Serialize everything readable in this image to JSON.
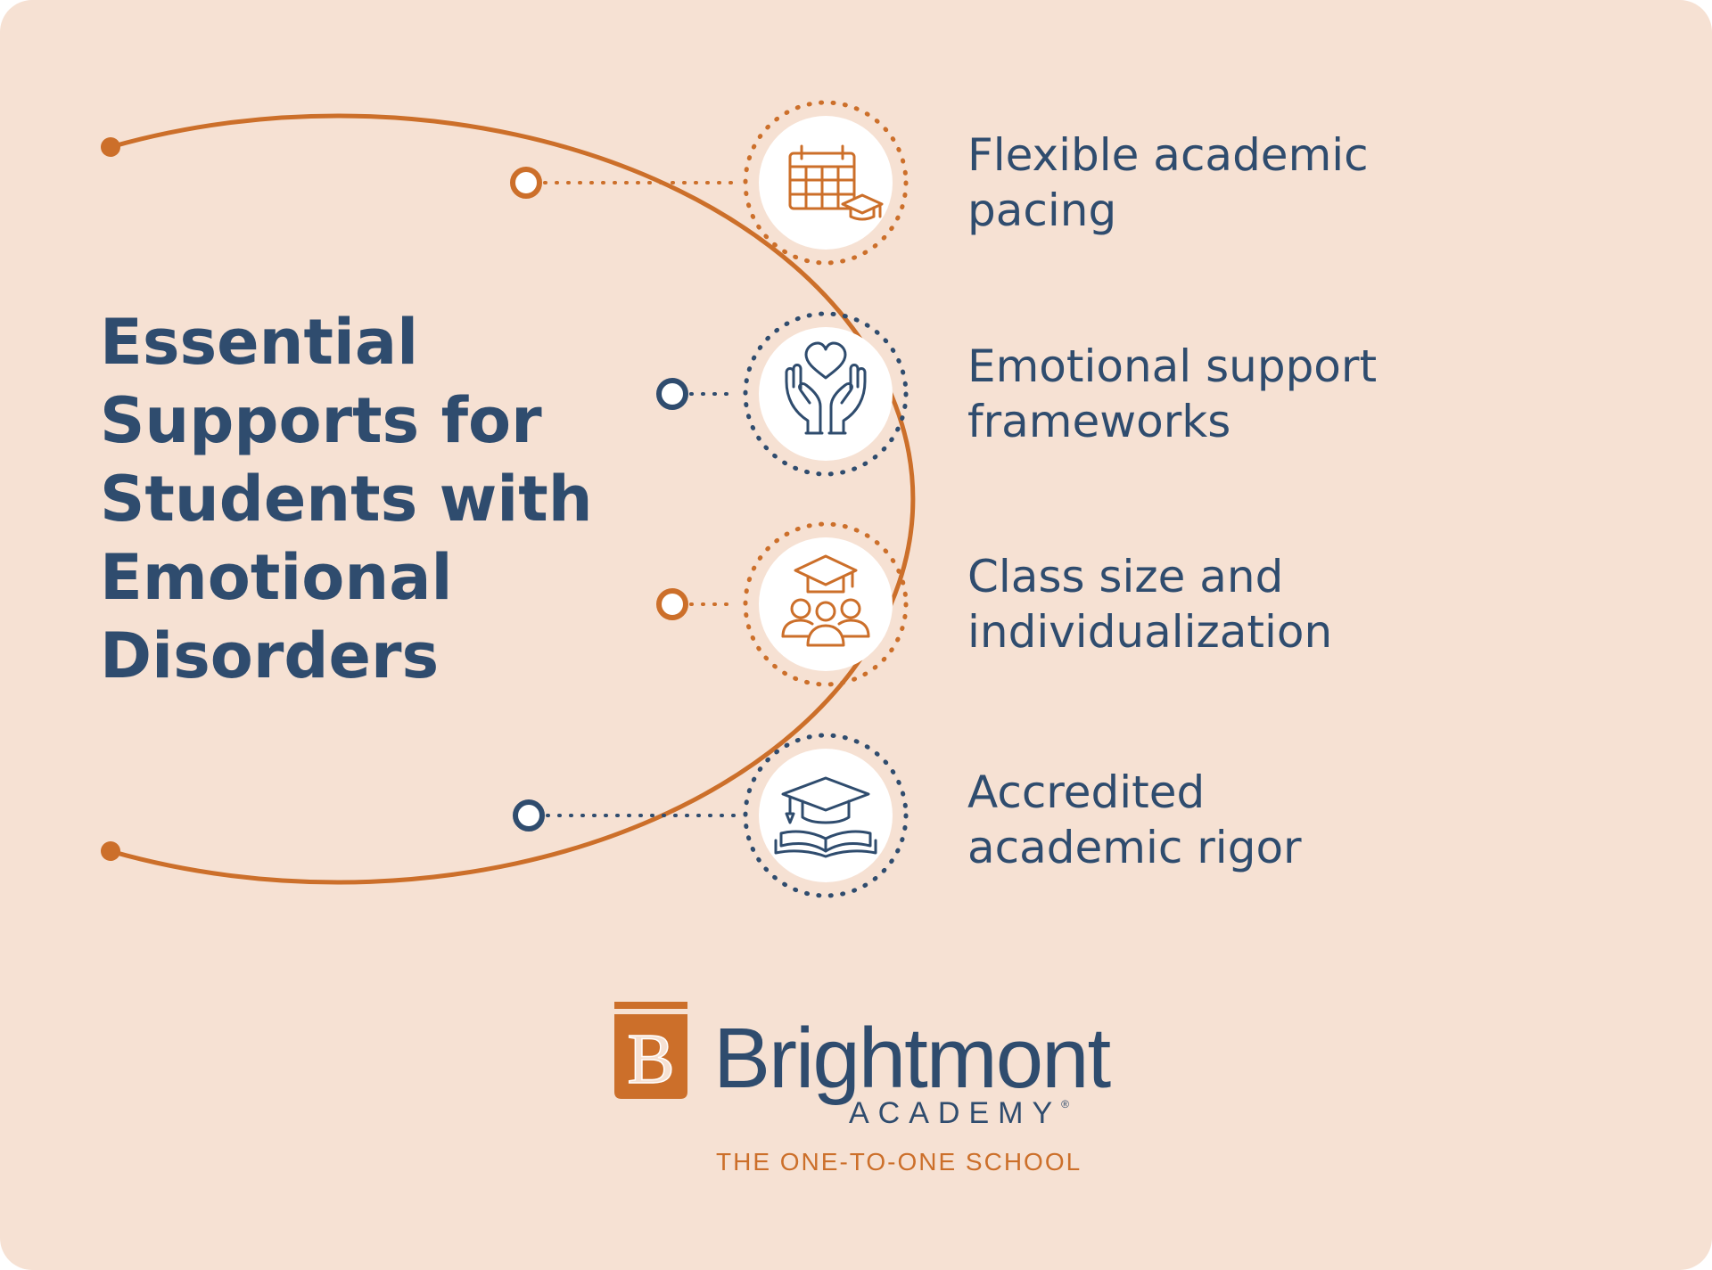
{
  "title_lines": [
    "Essential",
    "Supports for",
    "Students with",
    "Emotional",
    "Disorders"
  ],
  "items": [
    {
      "lines": [
        "Flexible academic",
        "pacing"
      ],
      "icon": "calendar-graduation-cap-icon",
      "color": "#cc6f2a"
    },
    {
      "lines": [
        "Emotional support",
        "frameworks"
      ],
      "icon": "hands-heart-icon",
      "color": "#2f4c6e"
    },
    {
      "lines": [
        "Class size and",
        "individualization"
      ],
      "icon": "students-graduation-cap-icon",
      "color": "#cc6f2a"
    },
    {
      "lines": [
        "Accredited",
        "academic rigor"
      ],
      "icon": "cap-on-book-icon",
      "color": "#2f4c6e"
    }
  ],
  "logo": {
    "letter": "B",
    "wordmark": "Brightmont",
    "subtitle": "ACADEMY",
    "registered": "®",
    "tagline": "THE ONE-TO-ONE SCHOOL"
  },
  "colors": {
    "background": "#f6e1d3",
    "orange": "#cc6f2a",
    "navy": "#2f4c6e",
    "icon_fill": "#ffffff"
  }
}
